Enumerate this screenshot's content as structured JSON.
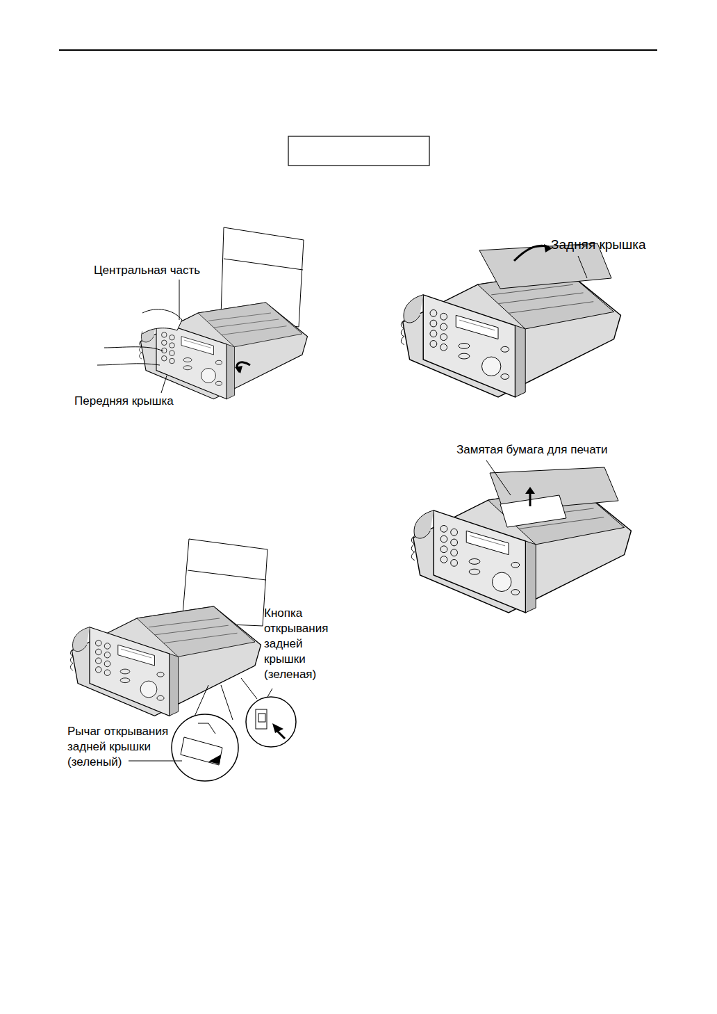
{
  "diagram": {
    "labels": [
      "Центральная часть",
      "Передняя крышка",
      "Задняя крышка",
      "Замятая бумага для печати",
      "Кнопка открывания задней крышки (зеленая)",
      "Рычаг открывания задней крышки (зеленый)"
    ]
  }
}
